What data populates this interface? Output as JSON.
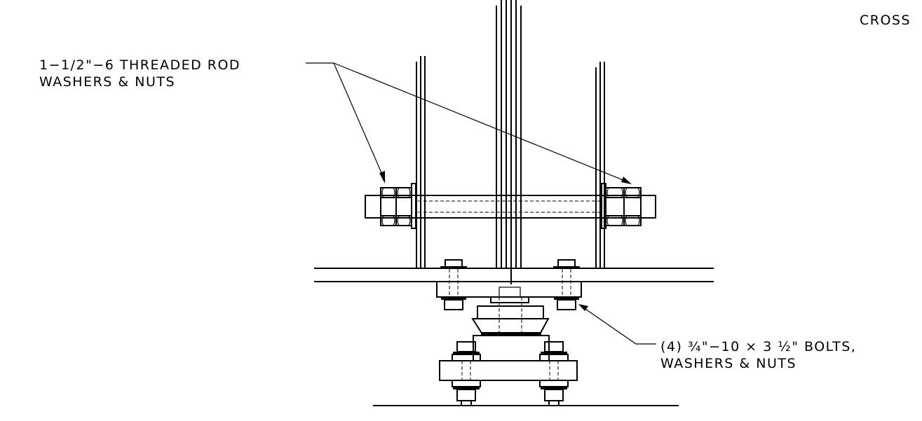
{
  "title_partial": "CROSS",
  "callouts": {
    "rod": {
      "line1": "1−1/2\"−6 THREADED ROD",
      "line2": "WASHERS & NUTS"
    },
    "bolts": {
      "line1": "(4) ¾\"−10 × 3 ½\" BOLTS,",
      "line2": "WASHERS & NUTS"
    }
  }
}
